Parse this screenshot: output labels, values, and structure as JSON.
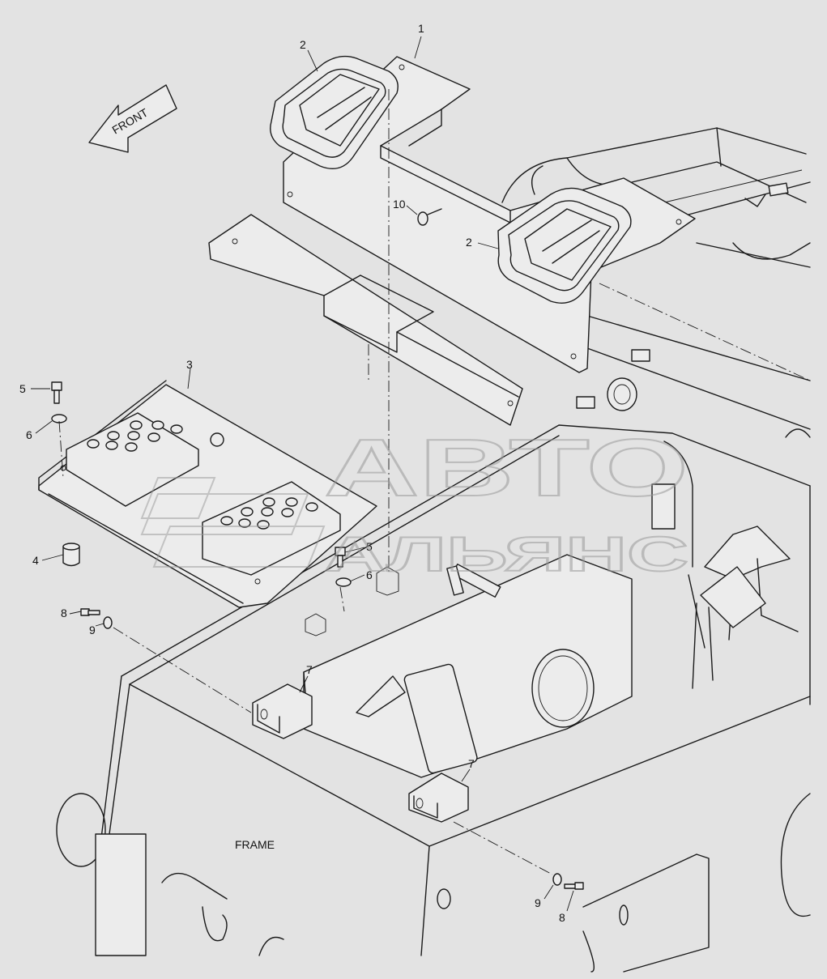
{
  "labels": {
    "front": "FRONT",
    "frame": "FRAME"
  },
  "callouts": [
    {
      "id": "c1",
      "text": "1"
    },
    {
      "id": "c2a",
      "text": "2"
    },
    {
      "id": "c2b",
      "text": "2"
    },
    {
      "id": "c3",
      "text": "3"
    },
    {
      "id": "c4",
      "text": "4"
    },
    {
      "id": "c5a",
      "text": "5"
    },
    {
      "id": "c5b",
      "text": "5"
    },
    {
      "id": "c6a",
      "text": "6"
    },
    {
      "id": "c6b",
      "text": "6"
    },
    {
      "id": "c7a",
      "text": "7"
    },
    {
      "id": "c7b",
      "text": "7"
    },
    {
      "id": "c8a",
      "text": "8"
    },
    {
      "id": "c8b",
      "text": "8"
    },
    {
      "id": "c9a",
      "text": "9"
    },
    {
      "id": "c9b",
      "text": "9"
    },
    {
      "id": "c10",
      "text": "10"
    }
  ],
  "watermark": {
    "line1": "АВТО",
    "line2": "АЛЬЯНС"
  }
}
